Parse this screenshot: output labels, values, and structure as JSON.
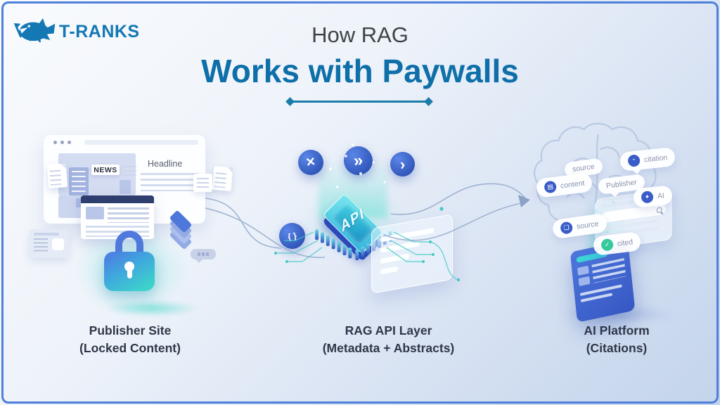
{
  "colors": {
    "brand_blue": "#1478b4",
    "title_blue": "#0e6fa9",
    "title_gray": "#3e4347",
    "underline_teal": "#1c7ca9",
    "border_blue": "#4e80da",
    "badge_blue": "#3a5cc8",
    "chip_teal": "#2fb6dc",
    "lock_gradient_start": "#4d7ce2",
    "lock_gradient_end": "#3ed8c8",
    "check_green": "#34c99b",
    "label_dark": "#2f3648"
  },
  "logo": {
    "brand": "T-RANKS"
  },
  "header": {
    "title_top": "How RAG",
    "title_main": "Works with Paywalls"
  },
  "stages": {
    "publisher": {
      "news": "NEWS",
      "headline": "Headline",
      "label_line1": "Publisher Site",
      "label_line2": "(Locked Content)"
    },
    "api": {
      "chip": "API",
      "badge_x": "✕",
      "badge_fastforward": "»",
      "badge_chevron": "›",
      "badge_code": "{ }",
      "label_line1": "RAG API Layer",
      "label_line2": "(Metadata + Abstracts)"
    },
    "ai": {
      "label_line1": "AI Platform",
      "label_line2": "(Citations)",
      "bubbles": [
        {
          "text": "source"
        },
        {
          "text": "citation"
        },
        {
          "text": "content"
        },
        {
          "text": "Publisher"
        },
        {
          "text": "AI"
        },
        {
          "text": "source"
        },
        {
          "text": "cited"
        }
      ]
    }
  }
}
